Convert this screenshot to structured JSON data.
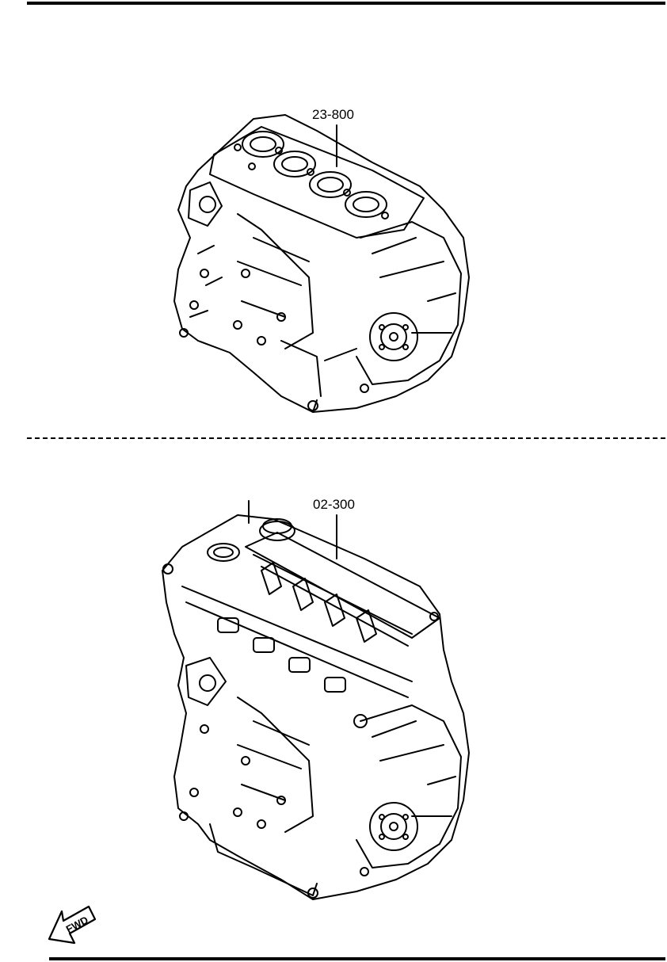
{
  "diagram": {
    "parts": [
      {
        "part_no": "23-800"
      },
      {
        "part_no": "02-300"
      }
    ],
    "fwd_label": "FWD"
  }
}
